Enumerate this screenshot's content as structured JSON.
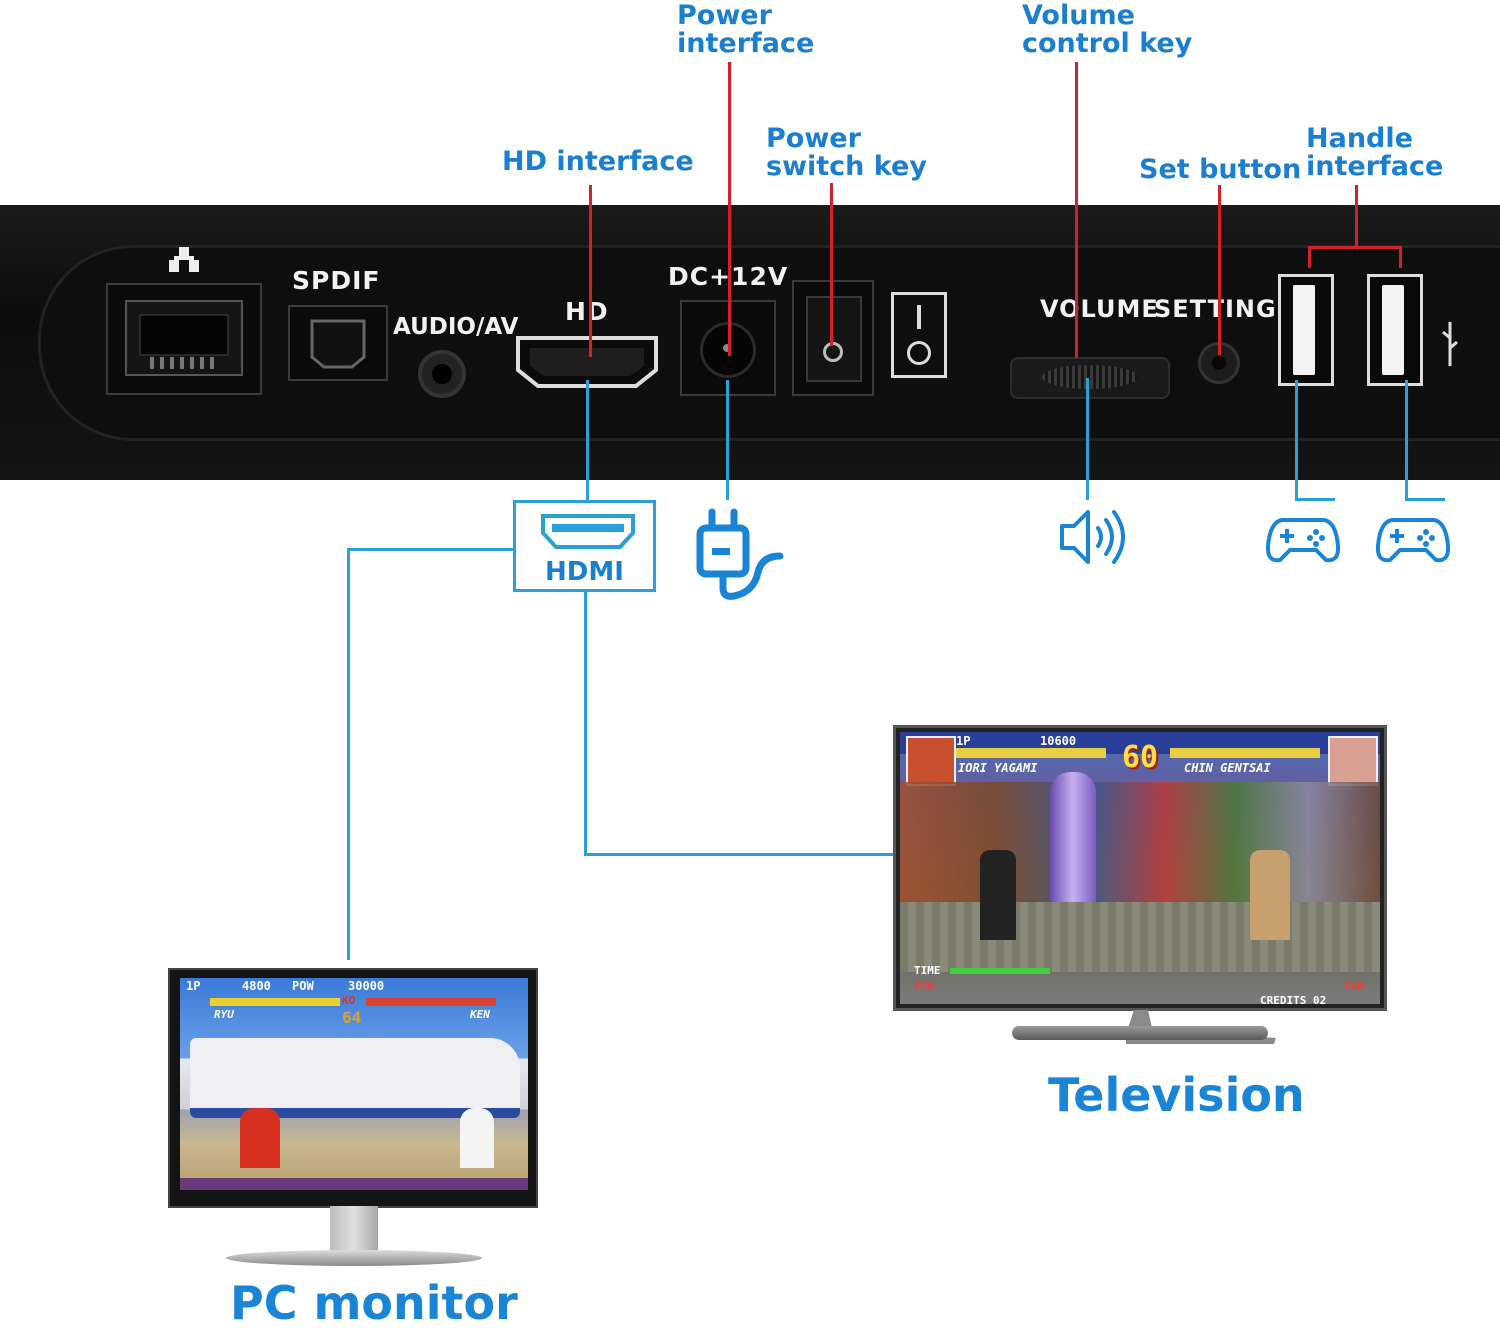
{
  "callouts": {
    "power_interface": [
      "Power",
      "interface"
    ],
    "volume_control": [
      "Volume",
      "control key"
    ],
    "hd_interface": "HD interface",
    "power_switch": [
      "Power",
      "switch key"
    ],
    "set_button": "Set button",
    "handle_interface": [
      "Handle",
      "interface"
    ]
  },
  "panel": {
    "spdif": "SPDIF",
    "audio_av": "AUDIO/AV",
    "hd": "HD",
    "dc": "DC+12V",
    "volume": "VOLUME",
    "setting": "SETTING"
  },
  "hdmi_label": "HDMI",
  "outputs": {
    "television": "Television",
    "pc_monitor": "PC monitor"
  },
  "tv_game_hud": {
    "p1": "1P",
    "score": "10600",
    "timer": "60",
    "fighter_left": "IORI YAGAMI",
    "fighter_right": "CHIN GENTSAI",
    "time": "TIME",
    "pow": "POW",
    "credits": "CREDITS 02"
  },
  "pc_game_hud": {
    "p1": "1P",
    "score1": "4800",
    "pow": "POW",
    "score2": "30000",
    "ko": "KO",
    "timer": "64",
    "left": "RYU",
    "right": "KEN"
  },
  "colors": {
    "callout_blue": "#1a7fd0",
    "leader_red": "#d3212b",
    "cable_blue": "#2b9fd8"
  }
}
